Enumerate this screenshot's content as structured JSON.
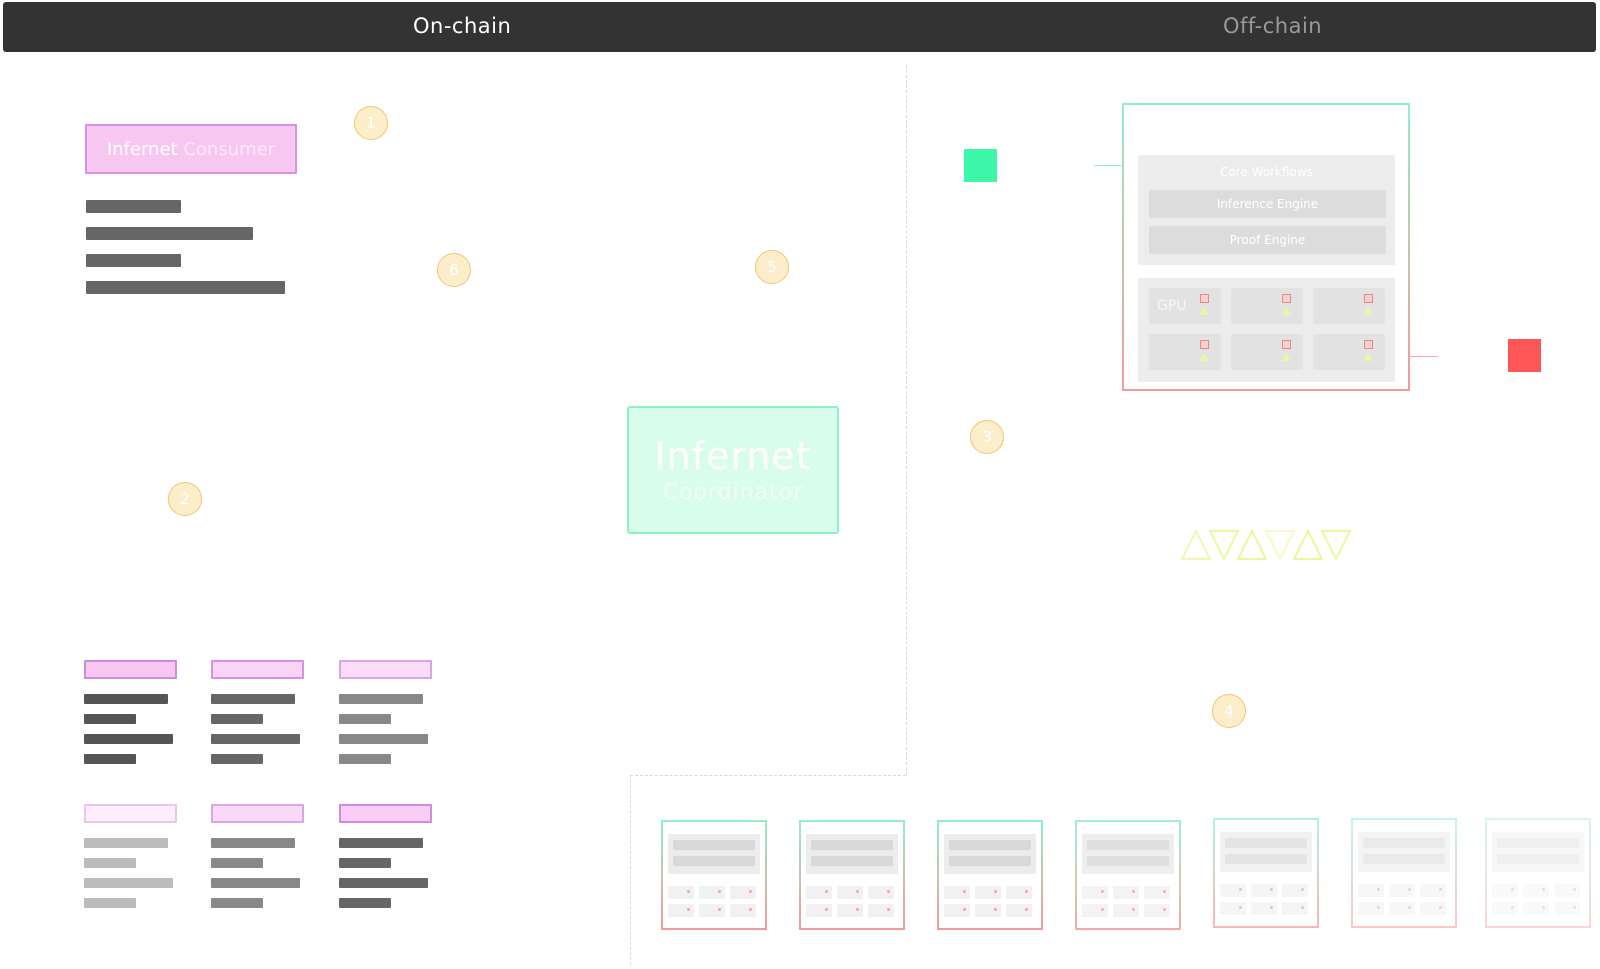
{
  "header": {
    "on_chain_label": "On-chain",
    "off_chain_label": "Off-chain"
  },
  "consumer": {
    "title_part1": "Infernet",
    "title_part2": "Consumer"
  },
  "coordinator": {
    "title": "Infernet",
    "subtitle": "Coordinator"
  },
  "node": {
    "core_title": "Core Workflows",
    "engines": [
      "Inference Engine",
      "Proof Engine"
    ],
    "hardware_label": "GPU"
  },
  "steps": [
    "1",
    "2",
    "3",
    "4",
    "5",
    "6"
  ],
  "colors": {
    "header_bg": "#333333",
    "consumer_fill": "#f7c7f2",
    "consumer_border": "#d991e6",
    "coordinator_fill": "#d9fdec",
    "coordinator_border": "#8ff0c6",
    "step_fill": "#fdeecb",
    "step_border": "#f3c46d",
    "input_square": "#3cf7a8",
    "output_square": "#ff5757"
  }
}
